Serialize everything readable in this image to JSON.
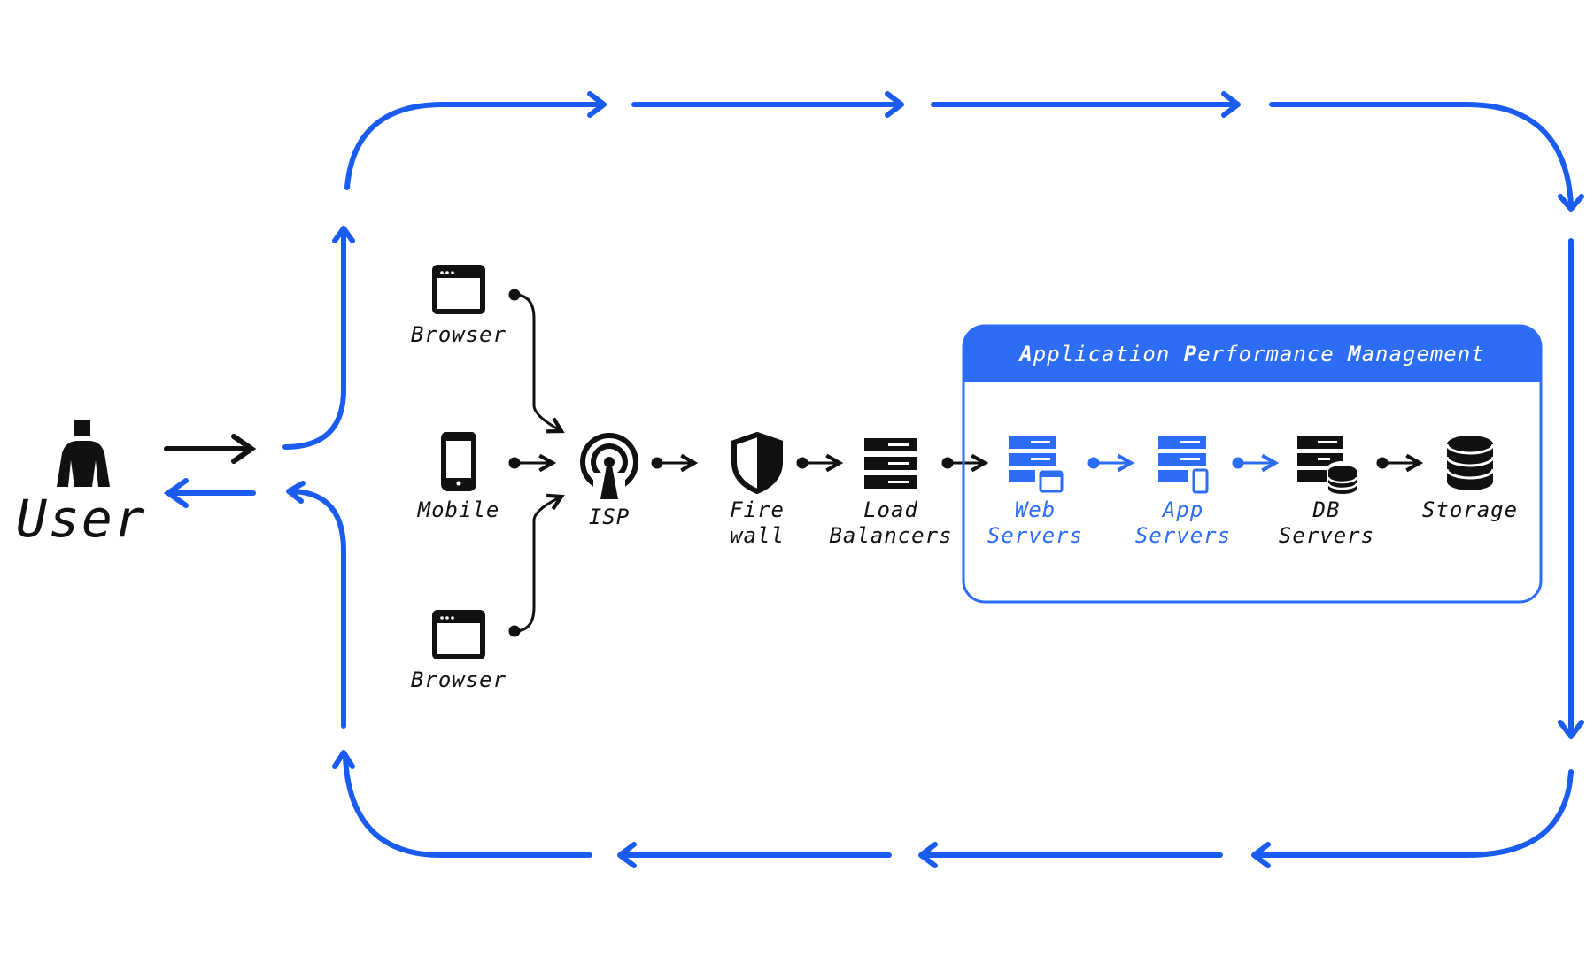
{
  "colors": {
    "accent": "#1a5cf0",
    "apm_header": "#2d6df6",
    "ink": "#111111"
  },
  "user": {
    "label": "User",
    "icon": "person-icon"
  },
  "clients": [
    {
      "label": "Browser",
      "icon": "browser-window-icon"
    },
    {
      "label": "Mobile",
      "icon": "mobile-phone-icon"
    },
    {
      "label": "Browser",
      "icon": "browser-window-icon"
    }
  ],
  "network": [
    {
      "label": "ISP",
      "icon": "antenna-icon"
    },
    {
      "label_lines": [
        "Fire",
        "wall"
      ],
      "icon": "shield-icon"
    },
    {
      "label_lines": [
        "Load",
        "Balancers"
      ],
      "icon": "server-rack-icon"
    }
  ],
  "apm": {
    "title_parts": [
      {
        "bold": "A",
        "rest": "pplication "
      },
      {
        "bold": "P",
        "rest": "erformance "
      },
      {
        "bold": "M",
        "rest": "anagement"
      }
    ],
    "tiers": [
      {
        "label_lines": [
          "Web",
          "Servers"
        ],
        "icon": "web-server-icon",
        "highlight": true
      },
      {
        "label_lines": [
          "App",
          "Servers"
        ],
        "icon": "app-server-icon",
        "highlight": true
      },
      {
        "label_lines": [
          "DB",
          "Servers"
        ],
        "icon": "db-server-icon",
        "highlight": false
      },
      {
        "label_lines": [
          "Storage"
        ],
        "icon": "database-icon",
        "highlight": false
      }
    ]
  }
}
